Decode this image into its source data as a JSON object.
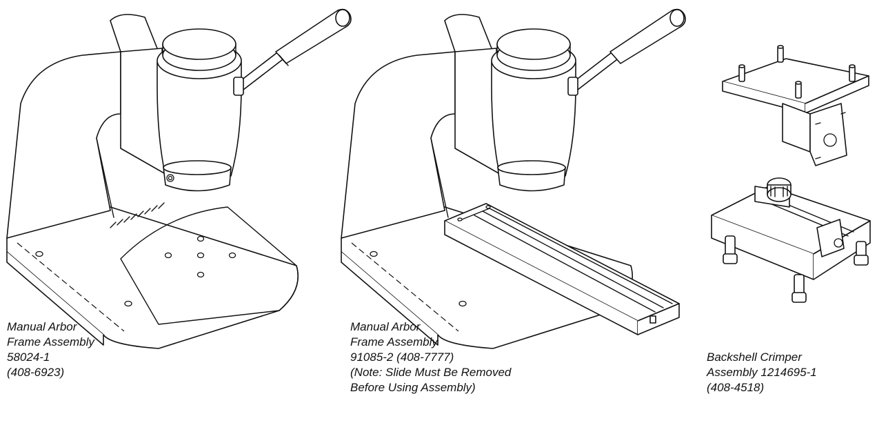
{
  "captions": {
    "arbor_58024": {
      "lines": [
        "Manual Arbor",
        "Frame Assembly",
        "58024-1",
        "(408-6923)"
      ]
    },
    "arbor_91085": {
      "lines": [
        "Manual Arbor",
        "Frame Assembly",
        "91085-2  (408-7777)",
        "(Note: Slide Must Be Removed",
        "Before Using Assembly)"
      ]
    },
    "backshell_crimper": {
      "lines": [
        "Backshell Crimper",
        "Assembly 1214695-1",
        "(408-4518)"
      ]
    }
  },
  "colors": {
    "line": "#111111",
    "background": "#ffffff"
  }
}
